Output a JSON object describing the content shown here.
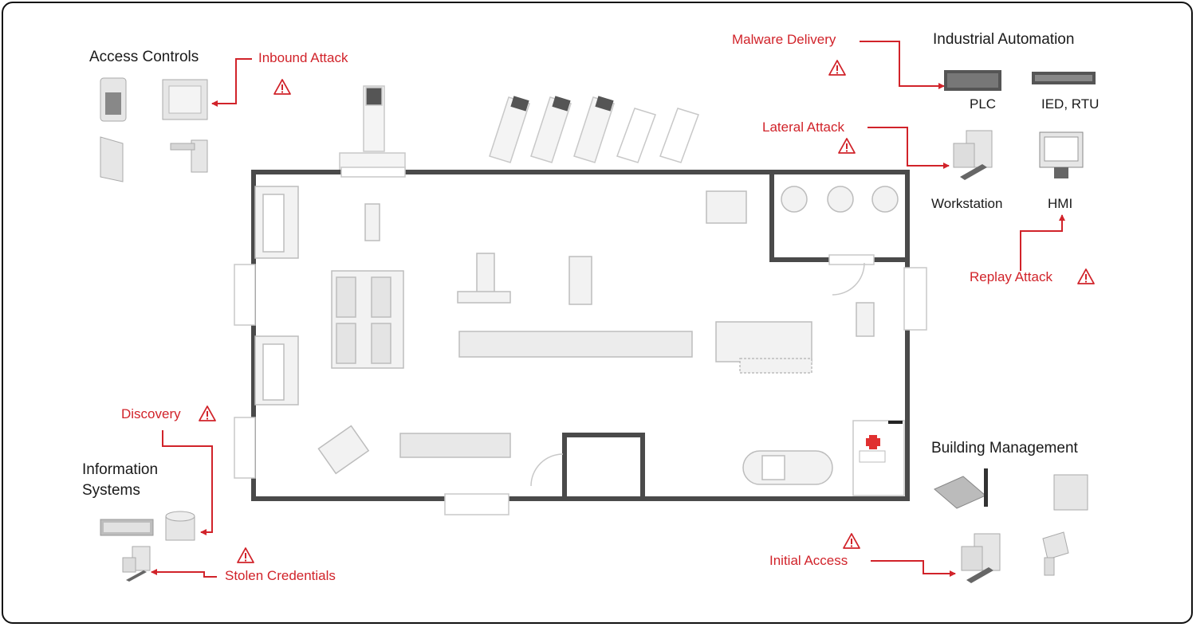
{
  "colors": {
    "attack": "#d1232a",
    "text": "#1a1a1a",
    "wall": "#4a4a4a",
    "equipment": "#bdbdbd"
  },
  "sections": {
    "access_controls": "Access Controls",
    "industrial_automation": "Industrial Automation",
    "information_systems_line1": "Information",
    "information_systems_line2": "Systems",
    "building_management": "Building Management"
  },
  "devices": {
    "plc": "PLC",
    "ied_rtu": "IED, RTU",
    "workstation": "Workstation",
    "hmi": "HMI"
  },
  "attacks": {
    "inbound": "Inbound Attack",
    "malware_delivery": "Malware Delivery",
    "lateral": "Lateral Attack",
    "replay": "Replay Attack",
    "discovery": "Discovery",
    "stolen_credentials": "Stolen Credentials",
    "initial_access": "Initial Access"
  },
  "icons": {
    "warning": "warning-triangle-icon",
    "plc": "plc-rack-icon",
    "ied_rtu": "ied-rtu-rack-icon",
    "workstation": "workstation-icon",
    "hmi": "hmi-monitor-icon",
    "access_keypad": "keypad-reader-icon",
    "access_controller": "controller-box-icon",
    "access_door": "door-icon",
    "access_barrier": "barrier-gate-icon",
    "server": "server-rack-icon",
    "database": "database-icon",
    "it_workstation": "it-workstation-icon",
    "router": "router-icon",
    "panel": "control-panel-icon",
    "bms_workstation": "bms-workstation-icon",
    "camera": "camera-icon"
  }
}
